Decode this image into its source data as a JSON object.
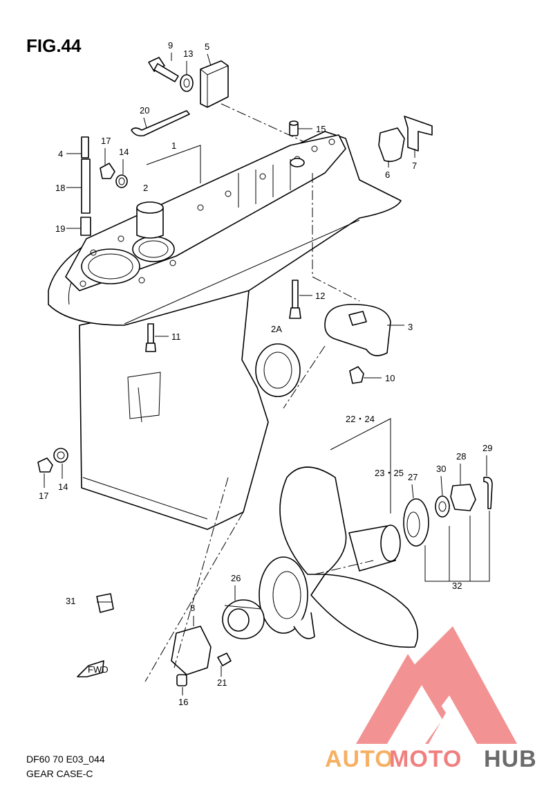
{
  "figure": {
    "title": "FIG.44",
    "code": "DF60 70 E03_044",
    "name": "GEAR CASE-C",
    "fwd_label": "FWD"
  },
  "callouts": {
    "c1": "1",
    "c2": "2",
    "c2a": "2A",
    "c3": "3",
    "c4": "4",
    "c5": "5",
    "c6": "6",
    "c7": "7",
    "c8": "8",
    "c9": "9",
    "c10": "10",
    "c11": "11",
    "c12": "12",
    "c13": "13",
    "c14a": "14",
    "c14b": "14",
    "c15": "15",
    "c16": "16",
    "c17a": "17",
    "c17b": "17",
    "c18": "18",
    "c19": "19",
    "c20": "20",
    "c21": "21",
    "c22_24": "22・24",
    "c23_25": "23・25",
    "c26": "26",
    "c27": "27",
    "c28": "28",
    "c29": "29",
    "c30": "30",
    "c31": "31",
    "c32": "32"
  },
  "watermark": {
    "part1": "AUTO",
    "part2": "MOTO",
    "part3": "HUB",
    "color_orange": "#f6b063",
    "color_red": "#f08080",
    "color_gray": "#6a6a6a"
  }
}
